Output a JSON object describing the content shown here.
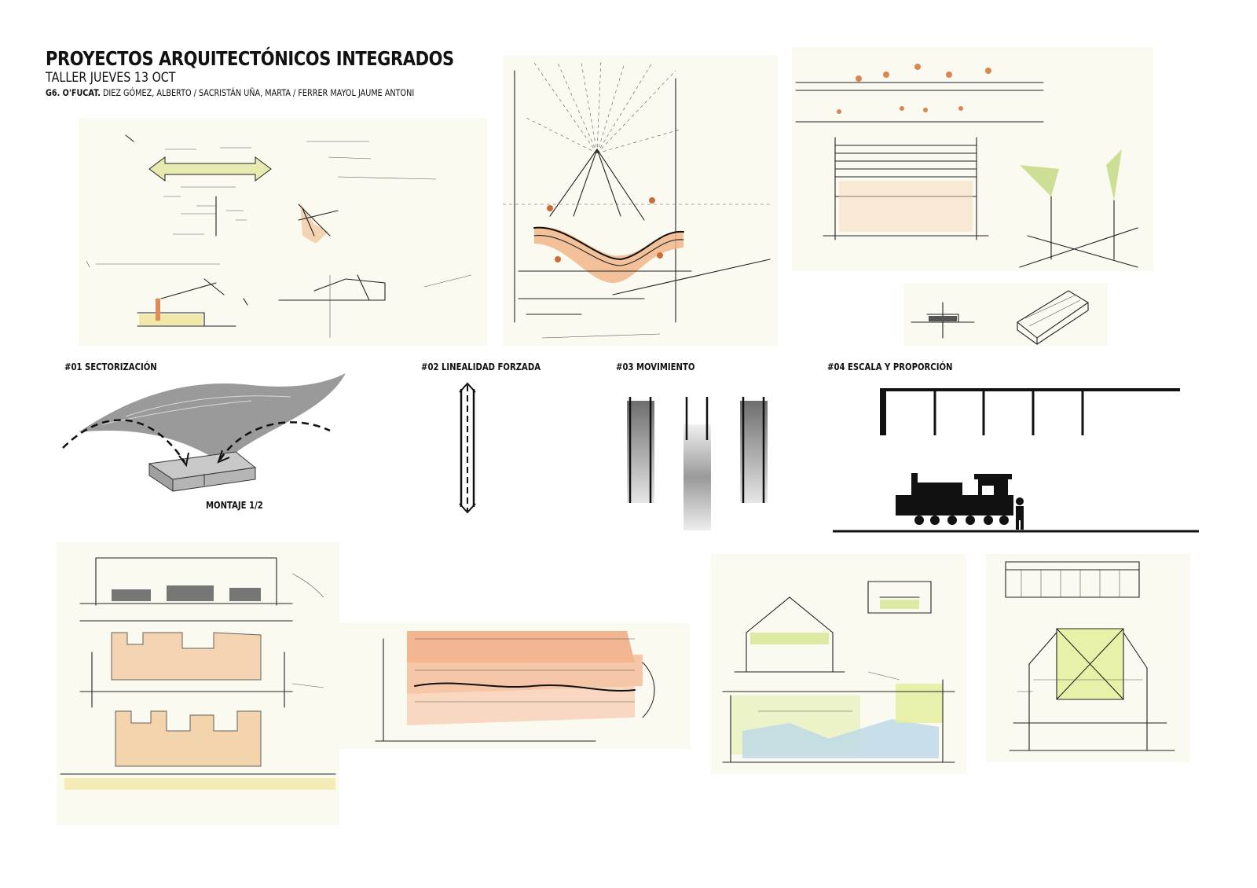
{
  "header": {
    "title": "PROYECTOS ARQUITECTÓNICOS INTEGRADOS",
    "subtitle": "TALLER JUEVES 13 OCT",
    "group": "G6. O'FUCAT.",
    "authors": "DIEZ GÓMEZ, ALBERTO / SACRISTÁN UÑA, MARTA / FERRER MAYOL JAUME ANTONI"
  },
  "sections": [
    {
      "label": "#01 SECTORIZACIÓN"
    },
    {
      "label": "#02 LINEALIDAD FORZADA"
    },
    {
      "label": "#03 MOVIMIENTO"
    },
    {
      "label": "#04 ESCALA Y PROPORCIÓN"
    }
  ],
  "diagram_01": {
    "caption": "MONTAJE 1/2"
  },
  "colors": {
    "paper": "#fbfaf1",
    "ink": "#222222",
    "orange_wash": "#f2b98a",
    "green_wash": "#d9e89a",
    "blue_wash": "#bcd8e8"
  }
}
